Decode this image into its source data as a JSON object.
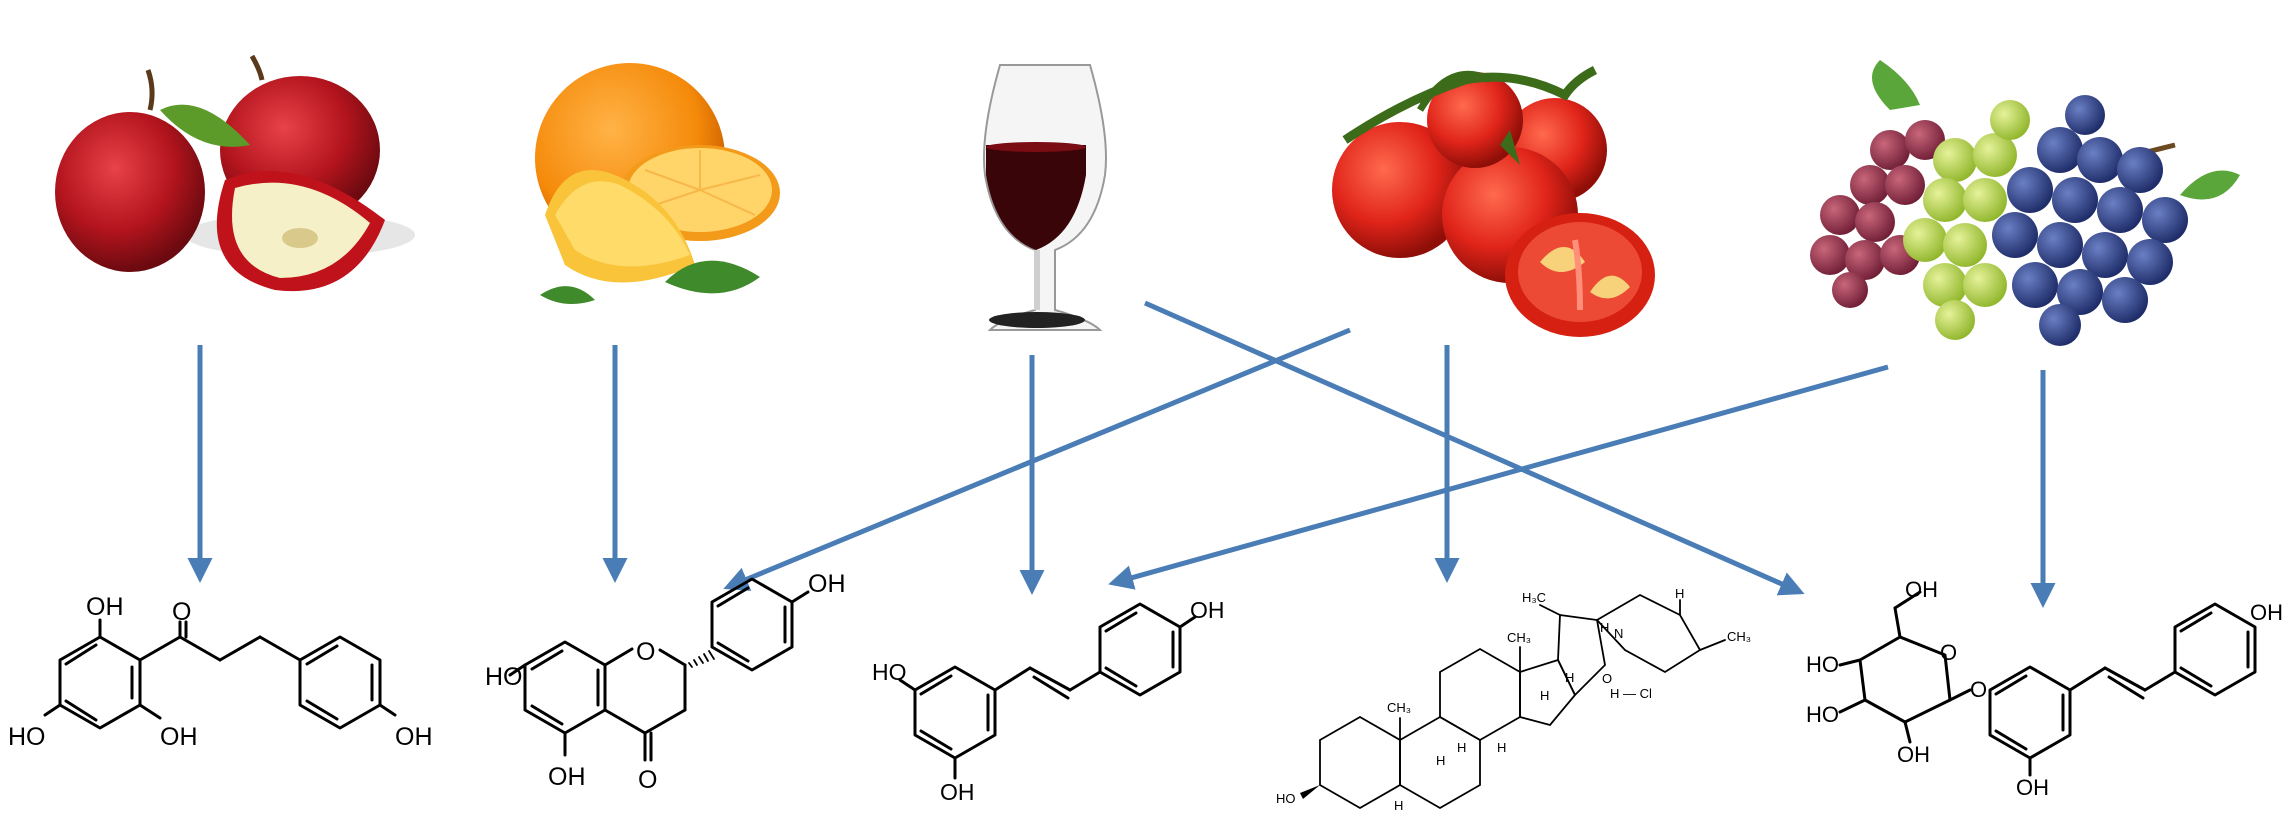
{
  "colors": {
    "arrow": "#4A7DB5",
    "background": "#FFFFFF"
  },
  "sources": [
    {
      "id": "apple",
      "icon": "apple-image"
    },
    {
      "id": "orange",
      "icon": "orange-image"
    },
    {
      "id": "red-wine",
      "icon": "wine-glass-image"
    },
    {
      "id": "tomato",
      "icon": "tomato-image"
    },
    {
      "id": "grapes",
      "icon": "grapes-image"
    }
  ],
  "links": [
    {
      "from": "apple",
      "to": "phloretin"
    },
    {
      "from": "orange",
      "to": "naringenin"
    },
    {
      "from": "red-wine",
      "to": "resveratrol"
    },
    {
      "from": "red-wine",
      "to": "piceid"
    },
    {
      "from": "tomato",
      "to": "naringenin"
    },
    {
      "from": "tomato",
      "to": "tomatidine-hcl"
    },
    {
      "from": "grapes",
      "to": "resveratrol"
    },
    {
      "from": "grapes",
      "to": "piceid"
    }
  ],
  "structures": {
    "phloretin": {
      "oh_top": "OH",
      "oh_left": "HO",
      "oh_bottom": "OH",
      "oh_right": "OH",
      "carbonyl": "O"
    },
    "naringenin": {
      "oh_left": "HO",
      "ring_o": "O",
      "oh_bottom": "OH",
      "carbonyl": "O",
      "oh_right": "OH"
    },
    "resveratrol": {
      "oh_left": "HO",
      "oh_bottom": "OH",
      "oh_right": "OH"
    },
    "tomatidine": {
      "h3c": "H₃C",
      "nh": "N",
      "nh_h": "H",
      "h_top": "H",
      "ch3_right": "CH₃",
      "hcl": "H — Cl",
      "ch3_c": "CH₃",
      "ch3_a": "CH₃",
      "h_e": "H",
      "ring_o": "O",
      "h_d1": "H",
      "h_d2": "H",
      "h_b": "H",
      "h_c": "H",
      "h_a": "H",
      "ho": "HO"
    },
    "piceid": {
      "ch_oh": "OH",
      "ho_a": "HO",
      "ho_b": "HO",
      "oh_c": "OH",
      "ring_o": "O",
      "link_o": "O",
      "oh_right": "OH",
      "oh_bottom": "OH"
    }
  }
}
